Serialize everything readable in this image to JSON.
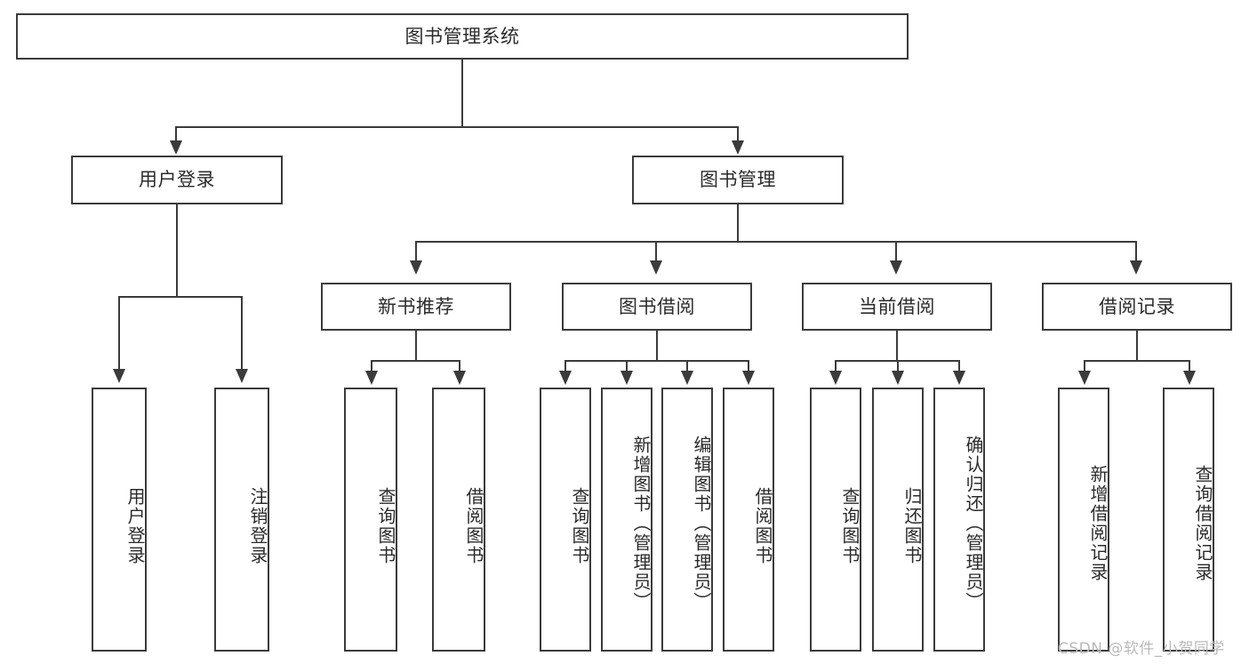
{
  "diagram": {
    "type": "tree-hierarchy-chart",
    "title": "图书管理系统",
    "watermark": "CSDN @软件_小贺同学",
    "colors": {
      "stroke": "#3b3b3b",
      "fill": "#ffffff",
      "text": "#2b2b2b",
      "watermark": "#b9b9b9",
      "background": "#ffffff"
    },
    "nodes": {
      "root": {
        "label": "图书管理系统"
      },
      "level2": [
        {
          "id": "user-login",
          "label": "用户登录"
        },
        {
          "id": "book-manage",
          "label": "图书管理"
        }
      ],
      "level3": [
        {
          "id": "new-book-recommend",
          "label": "新书推荐"
        },
        {
          "id": "book-borrow",
          "label": "图书借阅"
        },
        {
          "id": "current-borrow",
          "label": "当前借阅"
        },
        {
          "id": "borrow-record",
          "label": "借阅记录"
        }
      ],
      "leaves": {
        "user_login": [
          {
            "id": "leaf-user-login",
            "label": "用户登录"
          },
          {
            "id": "leaf-logout-login",
            "label": "注销登录"
          }
        ],
        "new_book_recommend": [
          {
            "id": "leaf-query-book-1",
            "label": "查询图书"
          },
          {
            "id": "leaf-borrow-book-1",
            "label": "借阅图书"
          }
        ],
        "book_borrow": [
          {
            "id": "leaf-query-book-2",
            "label": "查询图书"
          },
          {
            "id": "leaf-add-book-admin",
            "label": "新增图书（管理员）"
          },
          {
            "id": "leaf-edit-book-admin",
            "label": "编辑图书（管理员）"
          },
          {
            "id": "leaf-borrow-book-2",
            "label": "借阅图书"
          }
        ],
        "current_borrow": [
          {
            "id": "leaf-query-book-3",
            "label": "查询图书"
          },
          {
            "id": "leaf-return-book",
            "label": "归还图书"
          },
          {
            "id": "leaf-confirm-return-admin",
            "label": "确认归还（管理员）"
          }
        ],
        "borrow_record": [
          {
            "id": "leaf-add-borrow-record",
            "label": "新增借阅记录"
          },
          {
            "id": "leaf-query-borrow-record",
            "label": "查询借阅记录"
          }
        ]
      }
    }
  }
}
